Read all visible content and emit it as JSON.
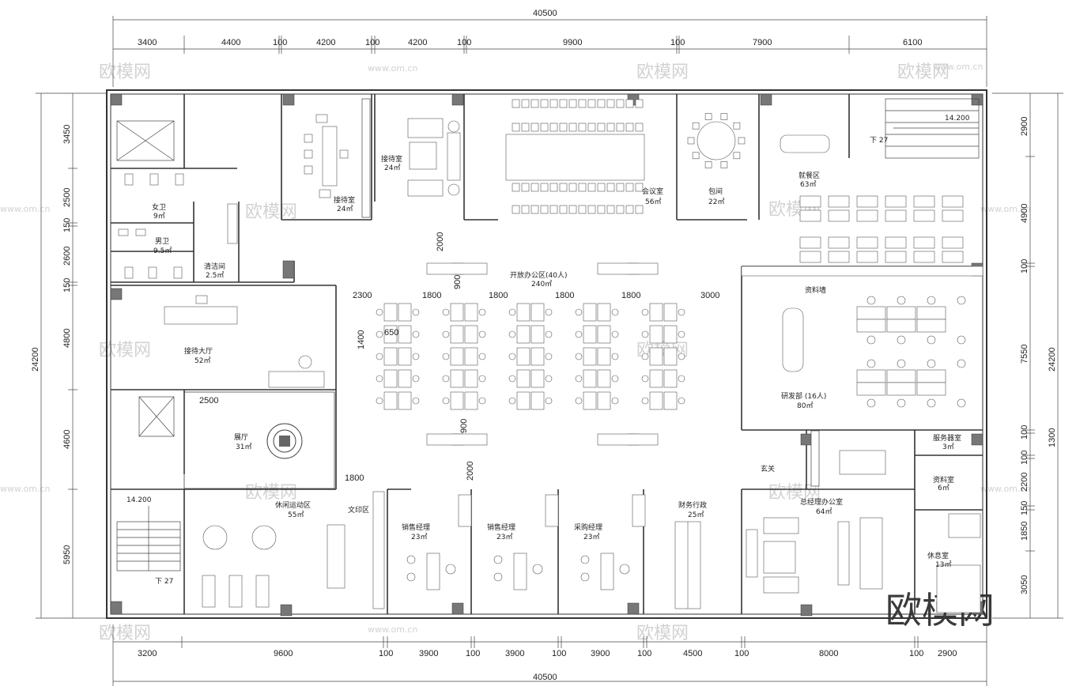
{
  "dimensions": {
    "top_total": "40500",
    "top": [
      "3400",
      "4400",
      "100",
      "4200",
      "100",
      "4200",
      "100",
      "9900",
      "100",
      "7900",
      "6100"
    ],
    "bottom_total": "40500",
    "bottom": [
      "3200",
      "9600",
      "100",
      "3900",
      "100",
      "3900",
      "100",
      "3900",
      "100",
      "4500",
      "100",
      "8000",
      "100",
      "2900"
    ],
    "left_total": "24200",
    "left": [
      "3450",
      "2500",
      "150",
      "2600",
      "150",
      "4800",
      "4600",
      "5950"
    ],
    "right_total": "24200",
    "right": [
      "2900",
      "4900",
      "100",
      "7550",
      "100",
      "1300",
      "100",
      "2200",
      "150",
      "1850",
      "3050"
    ],
    "inner": [
      "2000",
      "900",
      "2300",
      "1800",
      "1800",
      "1800",
      "1800",
      "3000",
      "1400",
      "650",
      "900",
      "2000",
      "2500",
      "1800"
    ]
  },
  "rooms": {
    "reception_a": {
      "name": "接待室",
      "area": "24㎡"
    },
    "reception_b": {
      "name": "接待室",
      "area": "24㎡"
    },
    "meeting": {
      "name": "会议室",
      "area": "56㎡"
    },
    "private_room": {
      "name": "包间",
      "area": "22㎡"
    },
    "dining": {
      "name": "就餐区",
      "area": "63㎡"
    },
    "women_wc": {
      "name": "女卫",
      "area": "9㎡"
    },
    "men_wc": {
      "name": "男卫",
      "area": "9.5㎡"
    },
    "cleaning": {
      "name": "清洁间",
      "area": "2.5㎡"
    },
    "open_office": {
      "name": "开放办公区(40人)",
      "area": "240㎡"
    },
    "lobby": {
      "name": "接待大厅",
      "area": "52㎡"
    },
    "exhibition": {
      "name": "展厅",
      "area": "31㎡"
    },
    "archive_wall": {
      "name": "资料墙"
    },
    "rnd": {
      "name": "研发部 (16人)",
      "area": "80㎡"
    },
    "service": {
      "name": "服务器室",
      "area": "3㎡"
    },
    "foyer": {
      "name": "玄关"
    },
    "gm_office": {
      "name": "总经理办公室",
      "area": "64㎡"
    },
    "archive_room": {
      "name": "资料室",
      "area": "6㎡"
    },
    "rest_room": {
      "name": "休息室",
      "area": "13㎡"
    },
    "leisure": {
      "name": "休闲运动区",
      "area": "55㎡"
    },
    "print": {
      "name": "文印区"
    },
    "sales1": {
      "name": "销售经理",
      "area": "23㎡"
    },
    "sales2": {
      "name": "销售经理",
      "area": "23㎡"
    },
    "purchase": {
      "name": "采购经理",
      "area": "23㎡"
    },
    "finance": {
      "name": "财务行政",
      "area": "25㎡"
    }
  },
  "levels": {
    "stair_top": "14.200",
    "stair_bottom": "14.200",
    "down_label": "下 27"
  },
  "watermarks": {
    "logo": "欧模网",
    "site": "www.om.cn"
  }
}
